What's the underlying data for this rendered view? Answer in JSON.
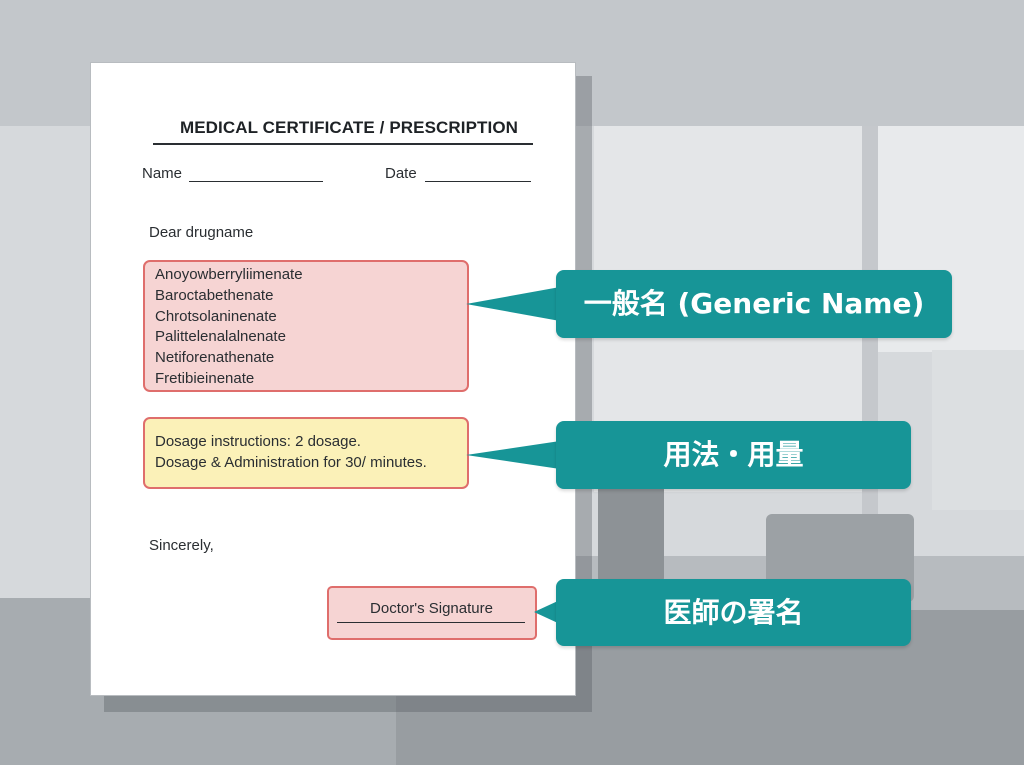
{
  "document": {
    "title": "MEDICAL CERTIFICATE / PRESCRIPTION",
    "name_label": "Name",
    "date_label": "Date",
    "greeting": "Dear drugname",
    "generic_names": [
      "Anoyowberryliimenate",
      "Baroctabethenate",
      "Chrotsolaninenate",
      "Palittelenalalnenate",
      "Netiforenathenate",
      "Fretibieinenate"
    ],
    "dosage_lines": [
      "Dosage instructions: 2 dosage.",
      "Dosage & Administration for 30/ minutes."
    ],
    "closing": "Sincerely,",
    "signature_label": "Doctor's Signature"
  },
  "callouts": {
    "generic_name": "一般名 (Generic Name)",
    "dosage": "用法・用量",
    "signature": "医師の署名"
  },
  "colors": {
    "callout_teal": "#179597",
    "highlight_border": "#df6e6c",
    "generic_fill": "#f6d4d3",
    "dosage_fill": "#fbf1b8"
  }
}
